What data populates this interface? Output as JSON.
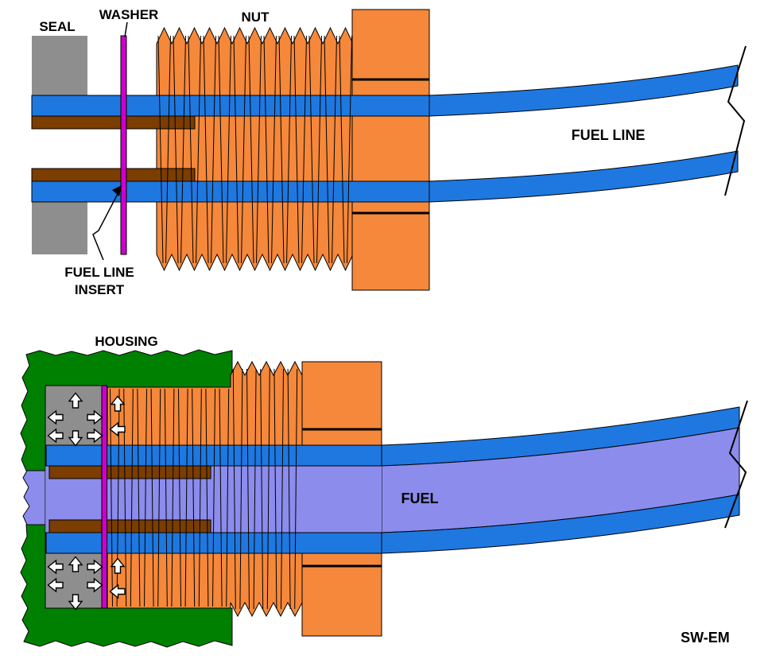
{
  "colors": {
    "fuel_line_blue": "#1E78E0",
    "nut_orange": "#F5883A",
    "seal_gray": "#8E8E8E",
    "washer_magenta": "#CC00CC",
    "insert_brown": "#7B3D00",
    "housing_green": "#008000",
    "fuel_purple": "#8C8CEC",
    "background_white": "#FFFFFF",
    "outline_black": "#000000"
  },
  "top": {
    "labels": {
      "seal": "SEAL",
      "washer": "WASHER",
      "nut": "NUT",
      "fuel_line": "FUEL LINE",
      "insert_line1": "FUEL LINE",
      "insert_line2": "INSERT"
    }
  },
  "bottom": {
    "labels": {
      "housing": "HOUSING",
      "fuel": "FUEL",
      "credit": "SW-EM"
    }
  }
}
